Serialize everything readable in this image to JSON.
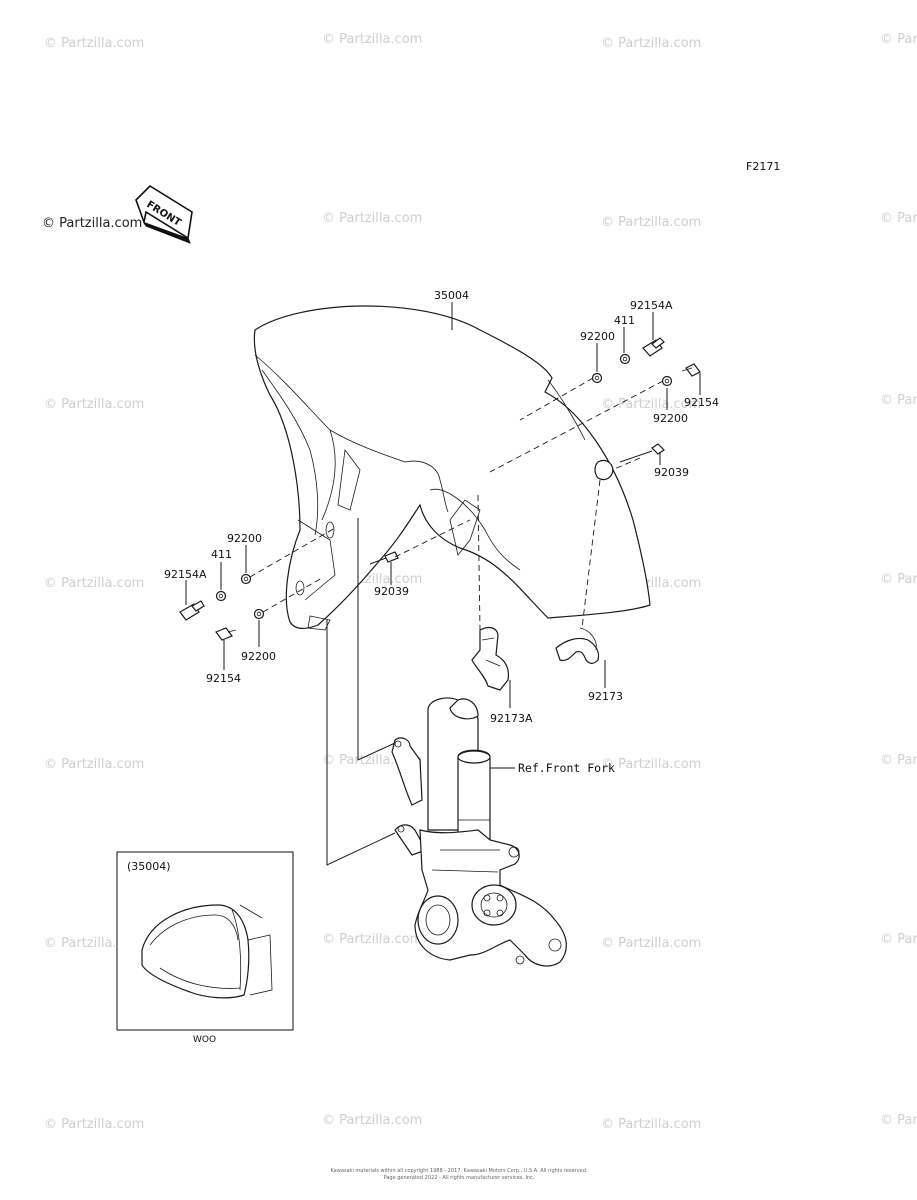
{
  "figure_code": "F2171",
  "logo_watermark": "© Partzilla.com",
  "front_arrow_text": "FRONT",
  "watermark_text": "© Partzilla.com",
  "callouts": [
    {
      "id": "c-35004",
      "text": "35004"
    },
    {
      "id": "c-92154a-r",
      "text": "92154A"
    },
    {
      "id": "c-411-r",
      "text": "411"
    },
    {
      "id": "c-92200-r1",
      "text": "92200"
    },
    {
      "id": "c-92154-r",
      "text": "92154"
    },
    {
      "id": "c-92200-r2",
      "text": "92200"
    },
    {
      "id": "c-92039-r",
      "text": "92039"
    },
    {
      "id": "c-92200-l1",
      "text": "92200"
    },
    {
      "id": "c-411-l",
      "text": "411"
    },
    {
      "id": "c-92154a-l",
      "text": "92154A"
    },
    {
      "id": "c-92039-l",
      "text": "92039"
    },
    {
      "id": "c-92200-l2",
      "text": "92200"
    },
    {
      "id": "c-92154-l",
      "text": "92154"
    },
    {
      "id": "c-92173",
      "text": "92173"
    },
    {
      "id": "c-92173a",
      "text": "92173A"
    },
    {
      "id": "c-ref-front-fork",
      "text": "Ref.Front Fork"
    }
  ],
  "inset": {
    "title": "(35004)",
    "caption": "WOO"
  },
  "copyright_line1": "Kawasaki materials within all copyright 1988 - 2017, Kawasaki Motors Corp., U.S.A. All rights reserved.",
  "copyright_line2": "Page generated 2022 - All rights manufacturer services, Inc."
}
